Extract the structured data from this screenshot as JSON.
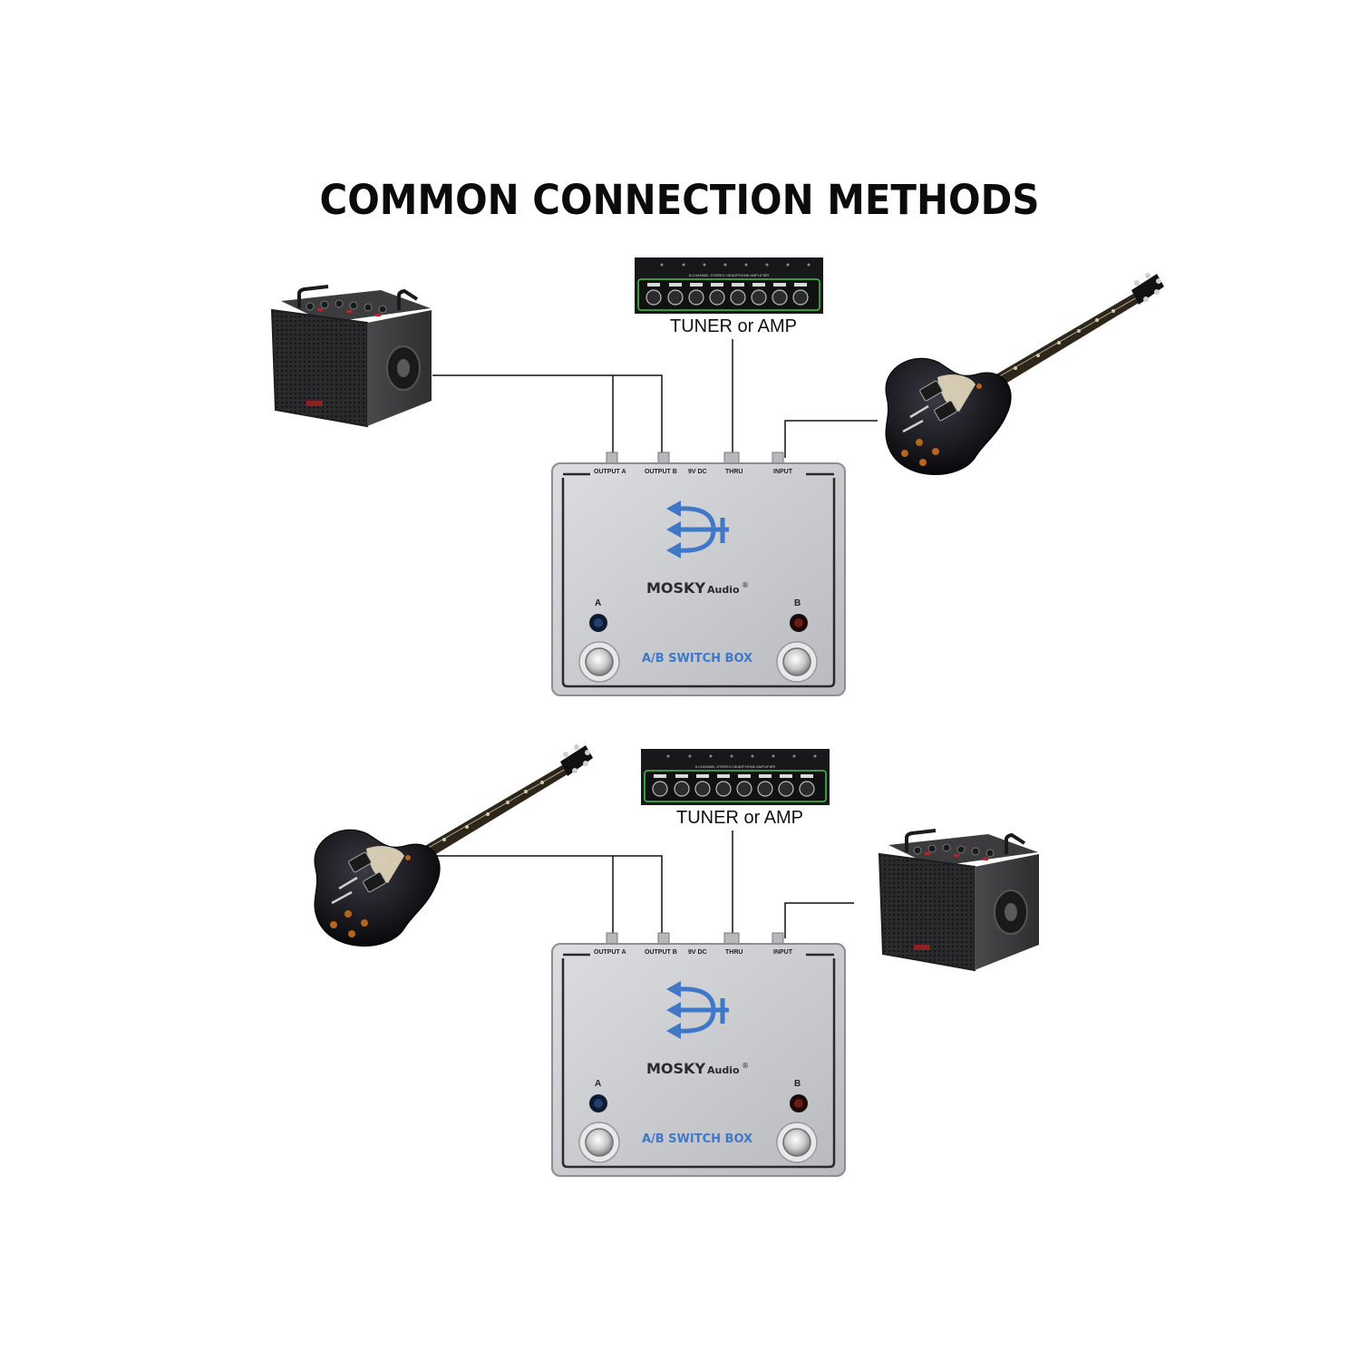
{
  "title": "COMMON CONNECTION METHODS",
  "colors": {
    "pedal_body": "#c9cacc",
    "logo_blue": "#3f78c7",
    "led_blue": "#1b2f52",
    "led_red": "#5b1414",
    "amp_body": "#2b2b2d"
  },
  "sections": [
    {
      "tuner_label": "TUNER or AMP",
      "hp_amp_header": "8-CHANNEL STEREO HEADPHONE AMPLIFIER",
      "pedal": {
        "jacks": [
          "OUTPUT A",
          "OUTPUT B",
          "9V DC",
          "THRU",
          "INPUT"
        ],
        "brand": "MOSKY",
        "brand_suffix": "Audio",
        "registered": "®",
        "led_a": "A",
        "led_b": "B",
        "name": "A/B SWITCH BOX"
      }
    },
    {
      "tuner_label": "TUNER or AMP",
      "hp_amp_header": "8-CHANNEL STEREO HEADPHONE AMPLIFIER",
      "pedal": {
        "jacks": [
          "OUTPUT A",
          "OUTPUT B",
          "9V DC",
          "THRU",
          "INPUT"
        ],
        "brand": "MOSKY",
        "brand_suffix": "Audio",
        "registered": "®",
        "led_a": "A",
        "led_b": "B",
        "name": "A/B SWITCH BOX"
      }
    }
  ]
}
